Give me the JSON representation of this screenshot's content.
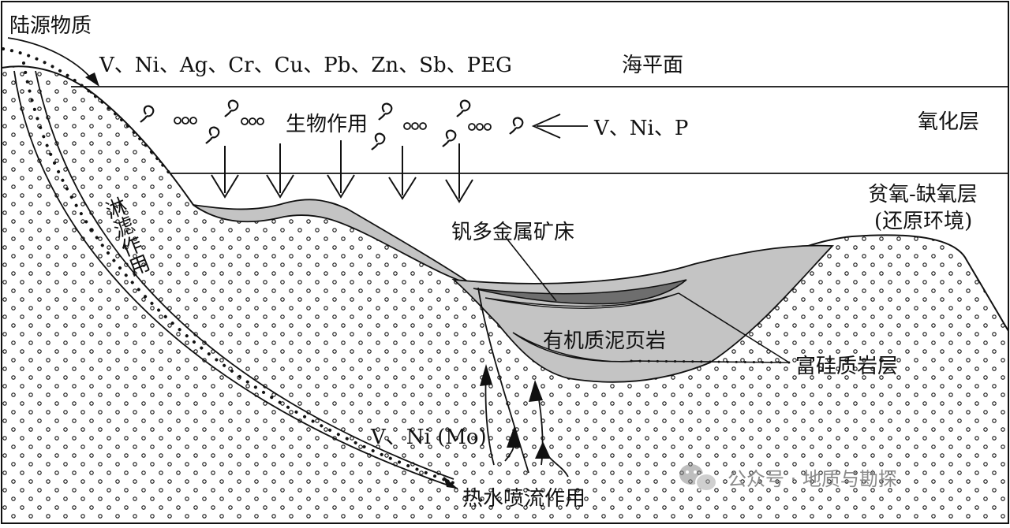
{
  "labels": {
    "terrigenous": "陆源物质",
    "elements_top": "V、Ni、Ag、Cr、Cu、Pb、Zn、Sb、PEG",
    "sea_level": "海平面",
    "oxidized_layer": "氧化层",
    "biological_action": "生物作用",
    "elements_right": "V、Ni、P",
    "anoxic_layer_line1": "贫氧-缺氧层",
    "anoxic_layer_line2": "(还原环境)",
    "deposit": "钒多金属矿床",
    "organic_shale": "有机质泥页岩",
    "siliceous_layer": "富硅质岩层",
    "leaching": "淋滤作用",
    "elements_bottom": "V、Ni (Mo)",
    "hydrothermal": "热水喷流作用",
    "watermark": "公众号 · 地质与勘探"
  },
  "colors": {
    "outline": "#111111",
    "shale_fill": "#c4c4c4",
    "deposit_fill": "#6e6e6e",
    "dot": "#111111"
  },
  "icons": [
    "plankton-icon",
    "wechat-logo-icon"
  ]
}
